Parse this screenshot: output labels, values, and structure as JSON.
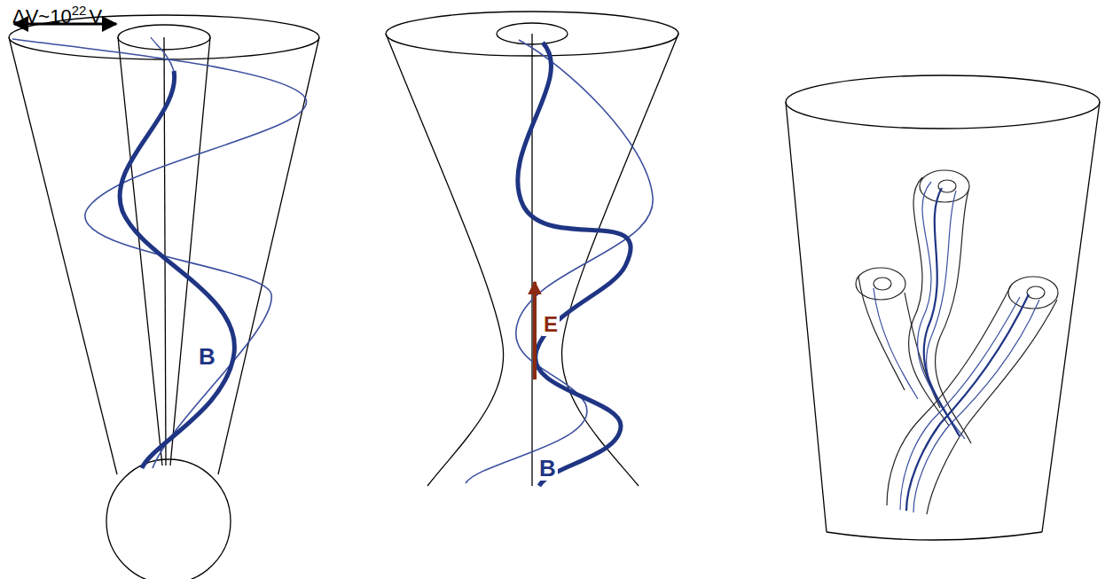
{
  "diagram": {
    "labels": [
      "ΔV~10",
      "22",
      "V",
      "B",
      "E",
      "B"
    ]
  }
}
